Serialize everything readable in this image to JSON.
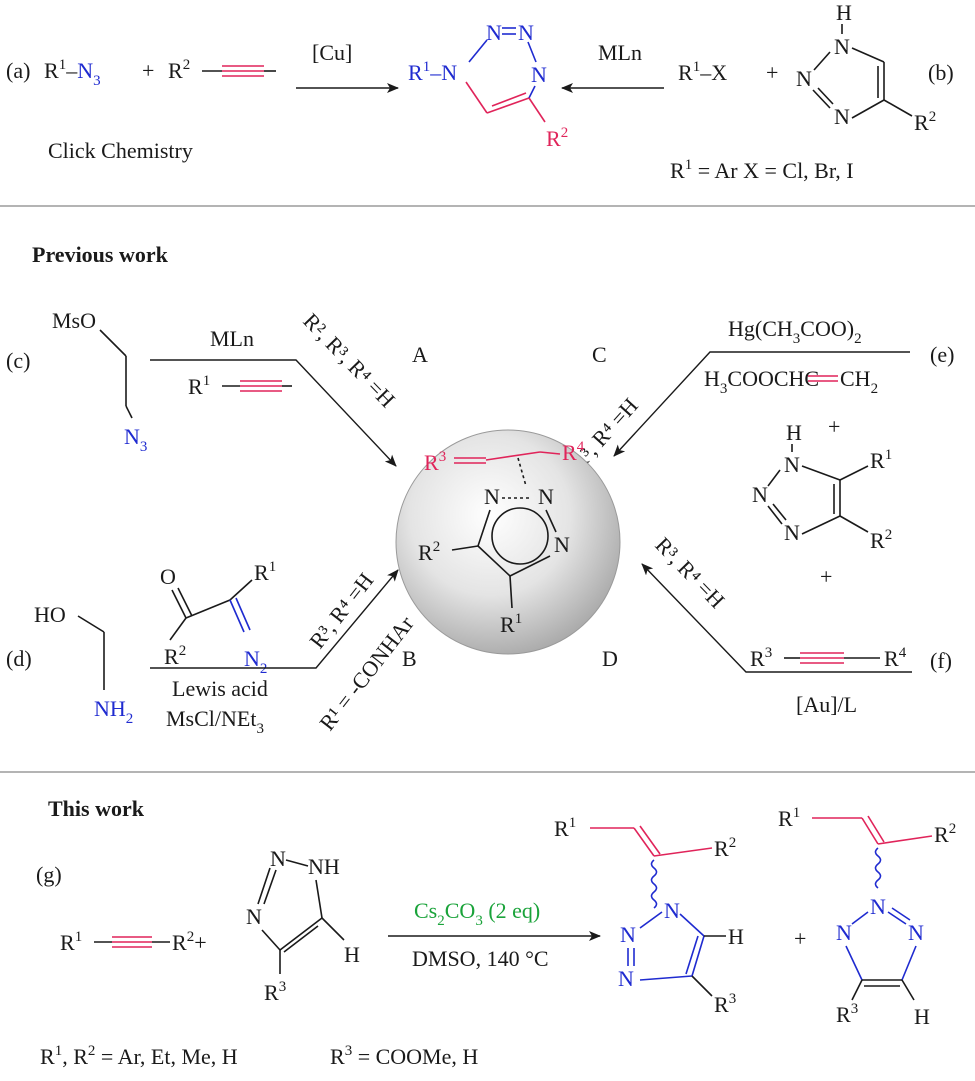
{
  "section_a": {
    "label": "(a)",
    "azide_r": "R",
    "azide_sup": "1",
    "azide_dash": "–",
    "azide_n": "N",
    "azide_sub": "3",
    "plus": "+",
    "alkyne_r": "R",
    "alkyne_sup": "2",
    "catalyst": "[Cu]",
    "caption": "Click Chemistry"
  },
  "product_a": {
    "r1": "R",
    "r1_sup": "1",
    "n_sub": "–N",
    "n1": "N",
    "n2": "N",
    "n3": "N",
    "r2": "R",
    "r2_sup": "2"
  },
  "section_b": {
    "label": "(b)",
    "reagent": "MLn",
    "rx": "R",
    "rx_sup": "1",
    "rx_tail": "–X",
    "plus": "+",
    "nh": "H",
    "n": "N",
    "r2": "R",
    "r2_sup": "2",
    "cond_r": "R",
    "cond_sup": "1",
    "cond_rest": " = Ar  X = Cl, Br, I"
  },
  "previous": {
    "heading": "Previous work",
    "c_label": "(c)",
    "mso": "MsO",
    "n3": "N",
    "n3_sub": "3",
    "mln": "MLn",
    "alk_r": "R",
    "alk_sup": "1",
    "cond_a": "R², R³, R⁴ =H",
    "letter_a": "A",
    "letter_b": "B",
    "letter_c": "C",
    "letter_d": "D",
    "d_label": "(d)",
    "ho": "HO",
    "nh2": "NH",
    "nh2_sub": "2",
    "o": "O",
    "r1": "R",
    "r1_sup": "1",
    "r2": "R",
    "r2_sup": "2",
    "n2": "N",
    "n2_sub": "2",
    "lewis": "Lewis acid",
    "mscl": "MsCl/NEt",
    "mscl_sub": "3",
    "cond_b1": "R³, R⁴ =H",
    "cond_b2": "R¹ = -CONHAr",
    "hg": "Hg(CH",
    "hg_sub1": "3",
    "hg_mid": "COO)",
    "hg_sub2": "2",
    "e_label": "(e)",
    "vinyl_a": "H",
    "vinyl_sub1": "3",
    "vinyl_b": "COOCHC",
    "vinyl_c": "CH",
    "vinyl_sub2": "2",
    "cond_c": "R³, R⁴ =H",
    "plus": "+",
    "f_label": "(f)",
    "f_r3": "R",
    "f_r3_sup": "3",
    "f_r4": "R",
    "f_r4_sup": "4",
    "au": "[Au]/L",
    "cond_d": "R³, R⁴ =H",
    "tri_h": "H",
    "tri_n": "N",
    "tri_r1": "R",
    "tri_r1_sup": "1",
    "tri_r2": "R",
    "tri_r2_sup": "2"
  },
  "center": {
    "r3": "R",
    "r3_sup": "3",
    "r4": "R",
    "r4_sup": "4",
    "n_left": "N",
    "n_right": "N",
    "n_bottom": "N",
    "r2": "R",
    "r2_sup": "2",
    "r1": "R",
    "r1_sup": "1"
  },
  "this_work": {
    "heading": "This work",
    "g_label": "(g)",
    "alk_r1": "R",
    "alk_r1_sup": "1",
    "alk_r2": "R",
    "alk_r2_sup": "2",
    "plus1": "+",
    "tri_n": "N",
    "tri_nh": "NH",
    "tri_h": "H",
    "tri_r3": "R",
    "tri_r3_sup": "3",
    "reagent_a": "Cs",
    "reagent_sub1": "2",
    "reagent_b": "CO",
    "reagent_sub2": "3",
    "reagent_c": " (2 eq)",
    "solvent": "DMSO, 140 °C",
    "p1_r1": "R",
    "p1_r1_sup": "1",
    "p1_r2": "R",
    "p1_r2_sup": "2",
    "p1_n": "N",
    "p1_h": "H",
    "p1_r3": "R",
    "p1_r3_sup": "3",
    "plus2": "+",
    "p2_r1": "R",
    "p2_r1_sup": "1",
    "p2_r2": "R",
    "p2_r2_sup": "2",
    "p2_n": "N",
    "p2_r3": "R",
    "p2_r3_sup": "3",
    "p2_h": "H",
    "cond1_r": "R",
    "cond1_sup1": "1",
    "cond1_mid": ", R",
    "cond1_sup2": "2",
    "cond1_rest": " = Ar, Et, Me, H",
    "cond2_r": "R",
    "cond2_sup": "3",
    "cond2_rest": " = COOMe, H"
  },
  "colors": {
    "blue": "#1f2bd0",
    "red": "#e0245a",
    "green": "#1aa33a"
  }
}
